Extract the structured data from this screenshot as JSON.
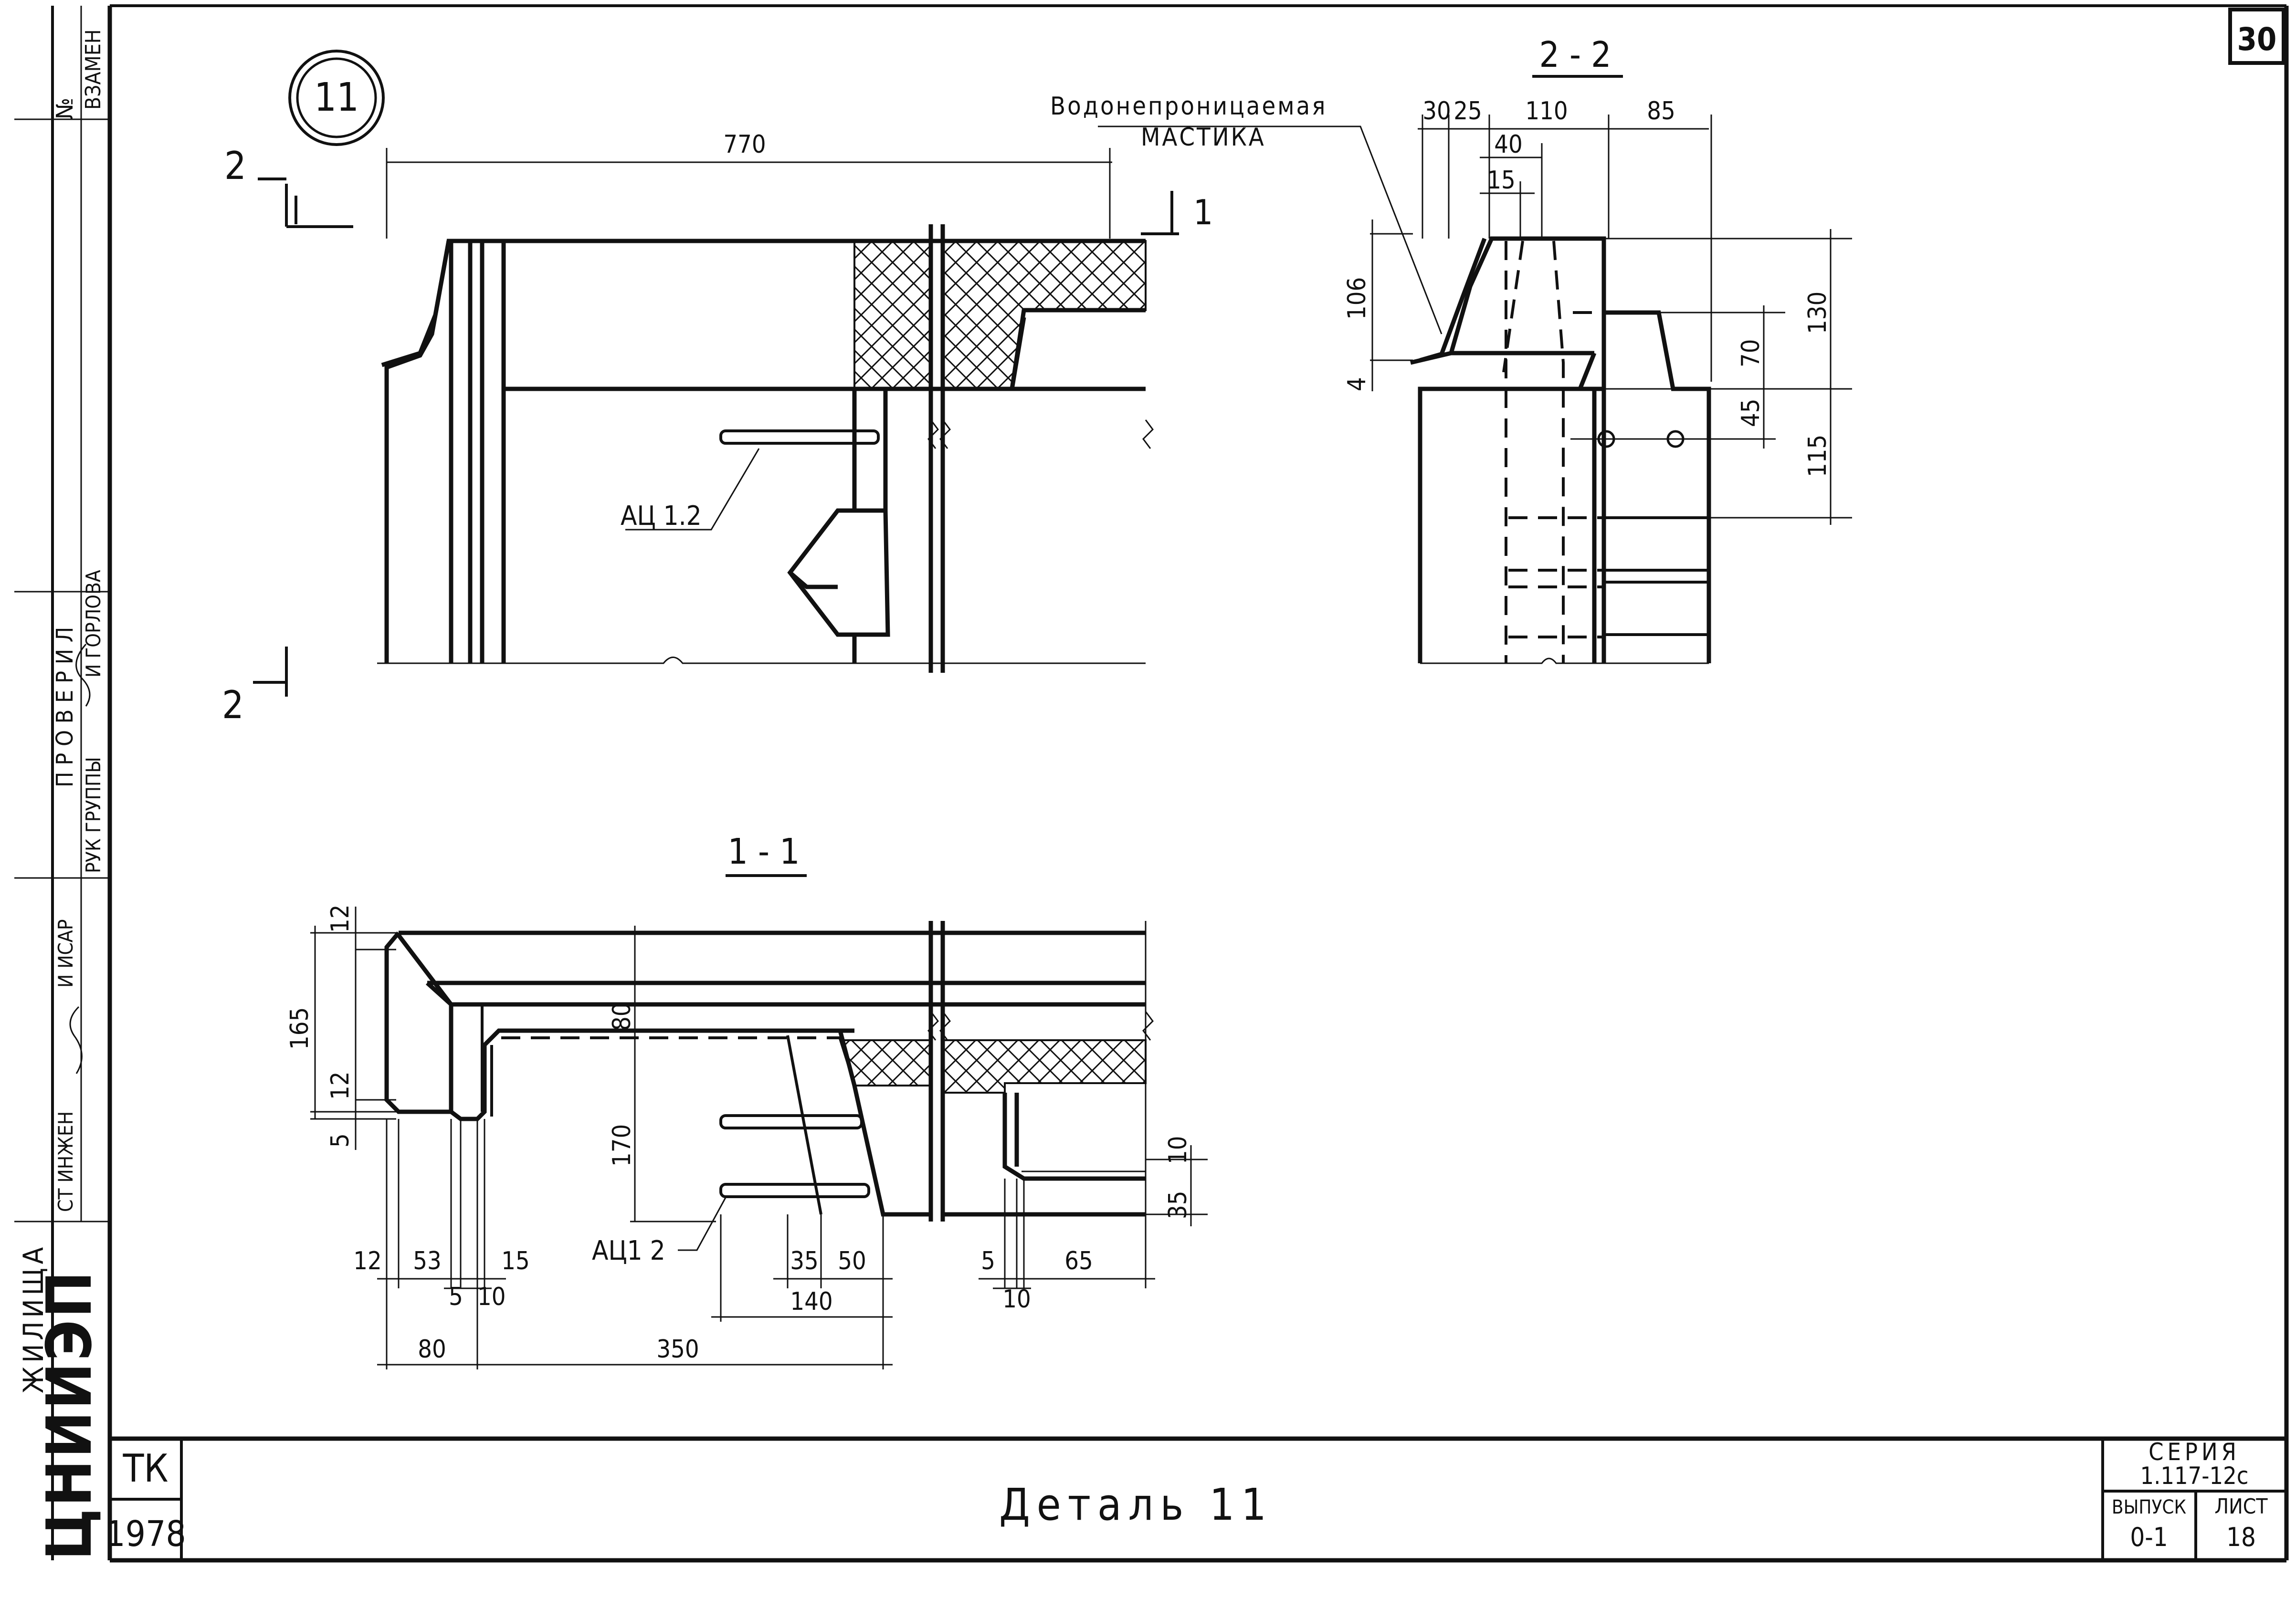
{
  "sheet_number": "30",
  "detail_marker": "11",
  "title": "Деталь 11",
  "title_block": {
    "code": "ТК",
    "year": "1978",
    "series_label": "СЕРИЯ",
    "series_value": "1.117-12с",
    "issue_label": "ВЫПУСК",
    "issue_value": "0-1",
    "sheet_label": "ЛИСТ",
    "sheet_value": "18"
  },
  "side_stamp": {
    "no_label": "№",
    "replace_label": "ВЗАМЕН",
    "checked_label": "П Р О В Е Р И Л",
    "group_head_label": "РУК ГРУППЫ",
    "group_head_name": "И ГОРЛОВА",
    "engineer_label": "СТ ИНЖЕН",
    "engineer_name": "И ИСАР",
    "org_name": "ЦНИИЭП",
    "org_sub": "ЖИЛИЩА"
  },
  "plan_view": {
    "cut_2_top": "2",
    "cut_2_bottom": "2",
    "cut_1": "1",
    "width_dim": "770",
    "rebar_label": "АЦ 1.2"
  },
  "section_2_2": {
    "title": "2 - 2",
    "note_line1": "Водонепроницаемая",
    "note_line2": "МАСТИКА",
    "dims_top": [
      "30",
      "25",
      "110",
      "85"
    ],
    "dim_40": "40",
    "dim_15": "15",
    "dim_106": "106",
    "dim_4": "4",
    "dim_70": "70",
    "dim_130": "130",
    "dim_45": "45",
    "dim_115": "115"
  },
  "section_1_1": {
    "title": "1 - 1",
    "dim_12a": "12",
    "dim_165": "165",
    "dim_12b": "12",
    "dim_5": "5",
    "dim_80v": "80",
    "dim_170": "170",
    "dim_10": "10",
    "dim_35v": "35",
    "rebar_label": "АЦ1 2",
    "bottom_dims_row1": [
      "12",
      "53",
      "15",
      "35",
      "50",
      "5",
      "65"
    ],
    "bottom_dims_row2": [
      "5",
      "10",
      "140",
      "10"
    ],
    "bottom_dims_row3": [
      "80",
      "350"
    ]
  }
}
